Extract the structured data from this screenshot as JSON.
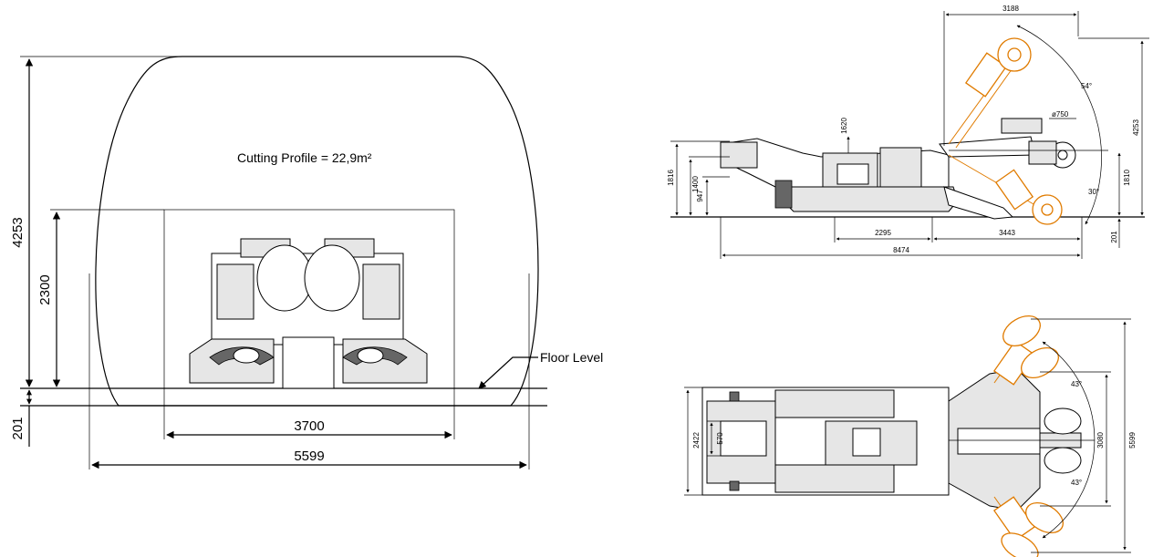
{
  "front_view": {
    "cutting_profile_label": "Cutting Profile = 22,9m²",
    "floor_level_label": "Floor Level",
    "dim_height_total": "4253",
    "dim_height_body": "2300",
    "dim_floor_depth": "201",
    "dim_width_body": "3700",
    "dim_width_cut": "5599"
  },
  "side_view": {
    "dim_top_reach": "3188",
    "dim_angle_up": "54°",
    "dim_angle_down": "30°",
    "dim_drum_diameter": "ø750",
    "dim_height_total": "4253",
    "dim_height_cab": "1620",
    "dim_height_boom": "1810",
    "dim_height_1816": "1816",
    "dim_height_1400": "1400",
    "dim_height_947": "947",
    "dim_track_length": "2295",
    "dim_front_length": "3443",
    "dim_total_length": "8474",
    "dim_floor_depth": "201"
  },
  "top_view": {
    "dim_angle_up": "43°",
    "dim_angle_down": "43°",
    "dim_width_total": "2422",
    "dim_width_570": "570",
    "dim_width_3080": "3080",
    "dim_width_5599": "5599"
  },
  "colors": {
    "line": "#000000",
    "highlight": "#e07b00",
    "fill": "#e6e6e6"
  }
}
